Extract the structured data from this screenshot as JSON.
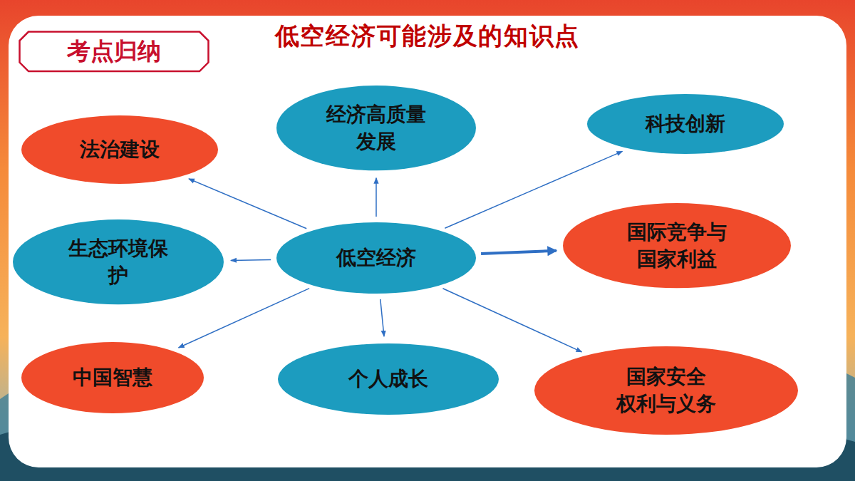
{
  "diagram": {
    "title": "低空经济可能涉及的知识点",
    "nodes": [
      {
        "text": [
          "考点归纳"
        ]
      },
      {
        "text": [
          "经济高质量 发展"
        ]
      },
      {
        "text": [
          "法治建设"
        ]
      },
      {
        "text": [
          "科技创新"
        ]
      },
      {
        "text": [
          "生态环境保护"
        ]
      },
      {
        "text": [
          "低空经济"
        ]
      },
      {
        "text": [
          "国际竞争与 国家利益"
        ]
      },
      {
        "text": [
          "中国智慧"
        ]
      },
      {
        "text": [
          "个人成长"
        ]
      },
      {
        "text": [
          "国家安全 权利与义务"
        ]
      }
    ],
    "edges": [
      {
        "from": 5,
        "to": 1,
        "arrow": "to"
      },
      {
        "from": 5,
        "to": 2,
        "arrow": "to"
      },
      {
        "from": 5,
        "to": 3,
        "arrow": "to"
      },
      {
        "from": 5,
        "to": 4,
        "arrow": "to"
      },
      {
        "from": 5,
        "to": 6,
        "arrow": "to"
      },
      {
        "from": 5,
        "to": 7,
        "arrow": "to"
      },
      {
        "from": 5,
        "to": 8,
        "arrow": "to"
      },
      {
        "from": 5,
        "to": 9,
        "arrow": "to"
      }
    ]
  }
}
